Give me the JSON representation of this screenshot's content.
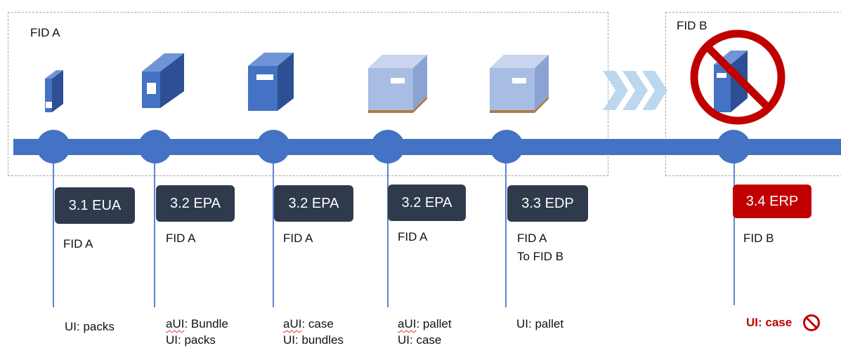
{
  "regions": [
    {
      "label": "FID A"
    },
    {
      "label": "FID B"
    }
  ],
  "steps": [
    {
      "badge": "3.1 EUA",
      "fid": [
        "FID A"
      ],
      "ui": [
        {
          "prefix": "",
          "text": "UI: packs"
        }
      ]
    },
    {
      "badge": "3.2 EPA",
      "fid": [
        "FID A"
      ],
      "ui": [
        {
          "prefix": "aUI",
          "text": ": Bundle"
        },
        {
          "prefix": "",
          "text": "UI: packs"
        }
      ]
    },
    {
      "badge": "3.2 EPA",
      "fid": [
        "FID A"
      ],
      "ui": [
        {
          "prefix": "aUI",
          "text": ": case"
        },
        {
          "prefix": "",
          "text": "UI: bundles"
        }
      ]
    },
    {
      "badge": "3.2 EPA",
      "fid": [
        "FID A"
      ],
      "ui": [
        {
          "prefix": "aUI",
          "text": ": pallet"
        },
        {
          "prefix": "",
          "text": "UI: case"
        }
      ]
    },
    {
      "badge": "3.3 EDP",
      "fid": [
        "FID A",
        "To FID B"
      ],
      "ui": [
        {
          "prefix": "",
          "text": "UI: pallet"
        }
      ]
    },
    {
      "badge": "3.4 ERP",
      "fid": [
        "FID B"
      ],
      "ui": [
        {
          "prefix": "",
          "text": "UI: case"
        }
      ]
    }
  ],
  "icons": [
    "pack-box-icon",
    "bundle-box-icon",
    "case-box-icon",
    "pallet-box-icon",
    "pallet-box-icon",
    "forward-chevrons-icon",
    "prohibited-icon"
  ],
  "colors": {
    "accent": "#4472c4",
    "badge": "#2f3a4c",
    "alert": "#c00000"
  }
}
